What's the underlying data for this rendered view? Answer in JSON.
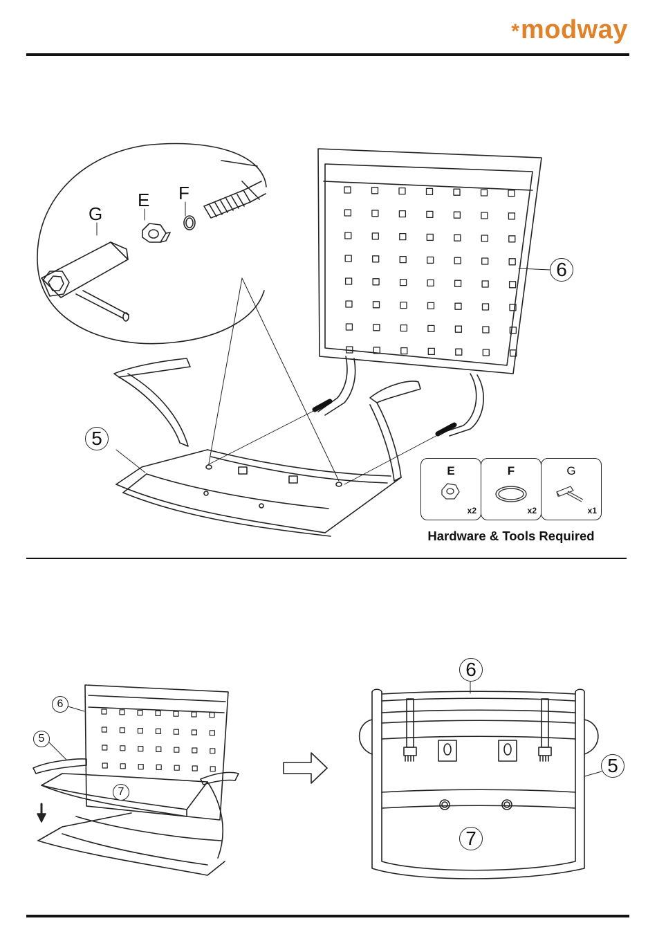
{
  "brand": {
    "name": "modway",
    "mark": "*"
  },
  "step1": {
    "detail_labels": {
      "g": "G",
      "e": "E",
      "f": "F"
    },
    "callouts": {
      "part5": "5",
      "part6": "6"
    }
  },
  "hardware": {
    "caption": "Hardware & Tools Required",
    "items": [
      {
        "letter": "E",
        "qty": "x2",
        "icon": "hex-nut-icon"
      },
      {
        "letter": "F",
        "qty": "x2",
        "icon": "spring-washer-icon"
      },
      {
        "letter": "G",
        "qty": "x1",
        "icon": "hex-wrench-icon"
      }
    ]
  },
  "step2": {
    "left_callouts": {
      "part6": "6",
      "part5": "5",
      "part7": "7"
    },
    "right_callouts": {
      "part6": "6",
      "part5": "5",
      "part7": "7"
    }
  }
}
